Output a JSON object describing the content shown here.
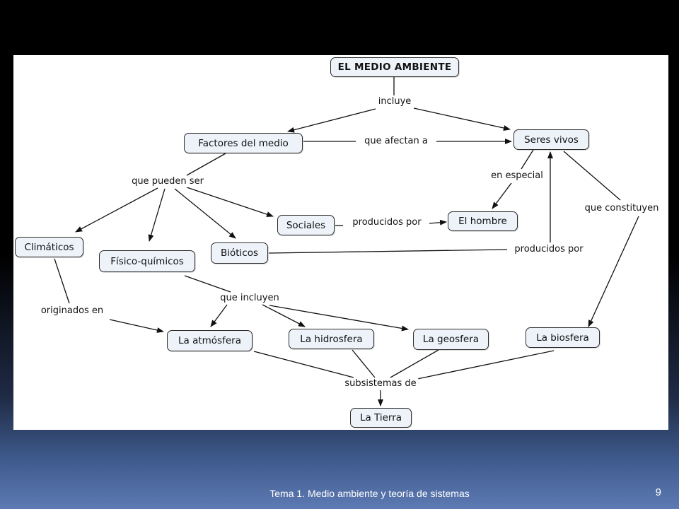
{
  "concept_map": {
    "nodes": {
      "medio_ambiente": "EL MEDIO AMBIENTE",
      "factores": "Factores del medio",
      "seres_vivos": "Seres vivos",
      "climaticos": "Climáticos",
      "fisico_quimicos": "Físico-químicos",
      "bioticos": "Bióticos",
      "sociales": "Sociales",
      "hombre": "El hombre",
      "atmosfera": "La atmósfera",
      "hidrosfera": "La hidrosfera",
      "geosfera": "La geosfera",
      "biosfera": "La biosfera",
      "tierra": "La Tierra"
    },
    "links": {
      "incluye": "incluye",
      "que_afectan": "que afectan a",
      "que_pueden_ser": "que pueden ser",
      "en_especial": "en especial",
      "que_constituyen": "que constituyen",
      "producidos_por_1": "producidos por",
      "producidos_por_2": "producidos por",
      "originados_en": "originados en",
      "que_incluyen": "que incluyen",
      "subsistemas_de": "subsistemas de"
    }
  },
  "footer": {
    "text": "Tema 1. Medio ambiente y teoría de sistemas",
    "page_number": "9"
  }
}
